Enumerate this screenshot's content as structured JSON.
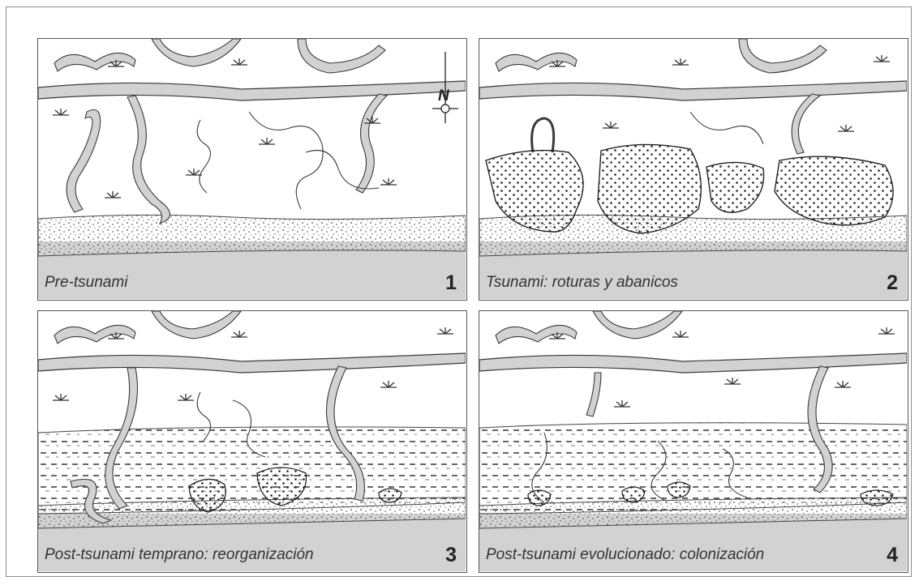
{
  "panels": [
    {
      "caption": "Pre-tsunami",
      "number": "1",
      "north_label": "N"
    },
    {
      "caption": "Tsunami: roturas y abanicos",
      "number": "2"
    },
    {
      "caption": "Post-tsunami temprano: reorganización",
      "number": "3"
    },
    {
      "caption": "Post-tsunami evolucionado: colonización",
      "number": "4"
    }
  ],
  "colors": {
    "channel_fill": "#d2d2d2",
    "sea_fill": "#d2d2d2",
    "line": "#3a3a3a",
    "background": "#ffffff"
  }
}
